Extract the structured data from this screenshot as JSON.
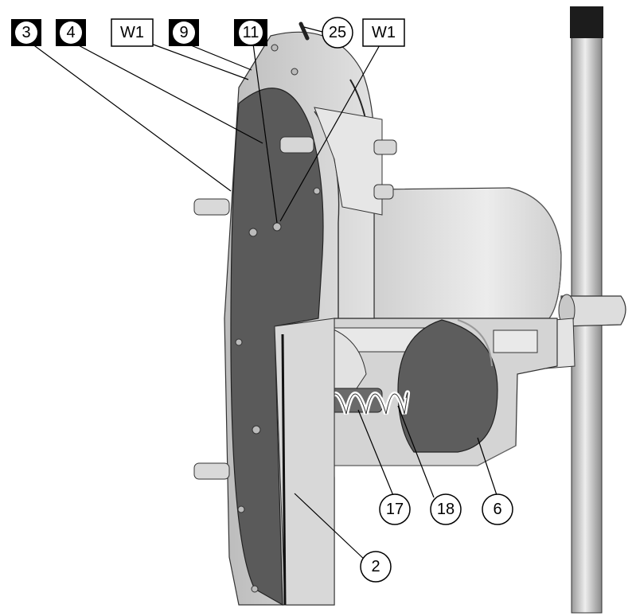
{
  "callouts": [
    {
      "id": "c3",
      "text": "3",
      "style": "square-inverted"
    },
    {
      "id": "c4",
      "text": "4",
      "style": "square-inverted"
    },
    {
      "id": "cw1a",
      "text": "W1",
      "style": "box"
    },
    {
      "id": "c9",
      "text": "9",
      "style": "square-inverted"
    },
    {
      "id": "c11",
      "text": "11",
      "style": "square-inverted"
    },
    {
      "id": "c25",
      "text": "25",
      "style": "circle"
    },
    {
      "id": "cw1b",
      "text": "W1",
      "style": "box"
    },
    {
      "id": "c17",
      "text": "17",
      "style": "circle"
    },
    {
      "id": "c18",
      "text": "18",
      "style": "circle"
    },
    {
      "id": "c6",
      "text": "6",
      "style": "circle"
    },
    {
      "id": "c2",
      "text": "2",
      "style": "circle"
    }
  ],
  "colors": {
    "flange_dark": "#5a5a5a",
    "flange_light": "#c8c8c8",
    "housing": "#dcdcdc",
    "rod": "#bdbdbd",
    "outline": "#222222"
  }
}
